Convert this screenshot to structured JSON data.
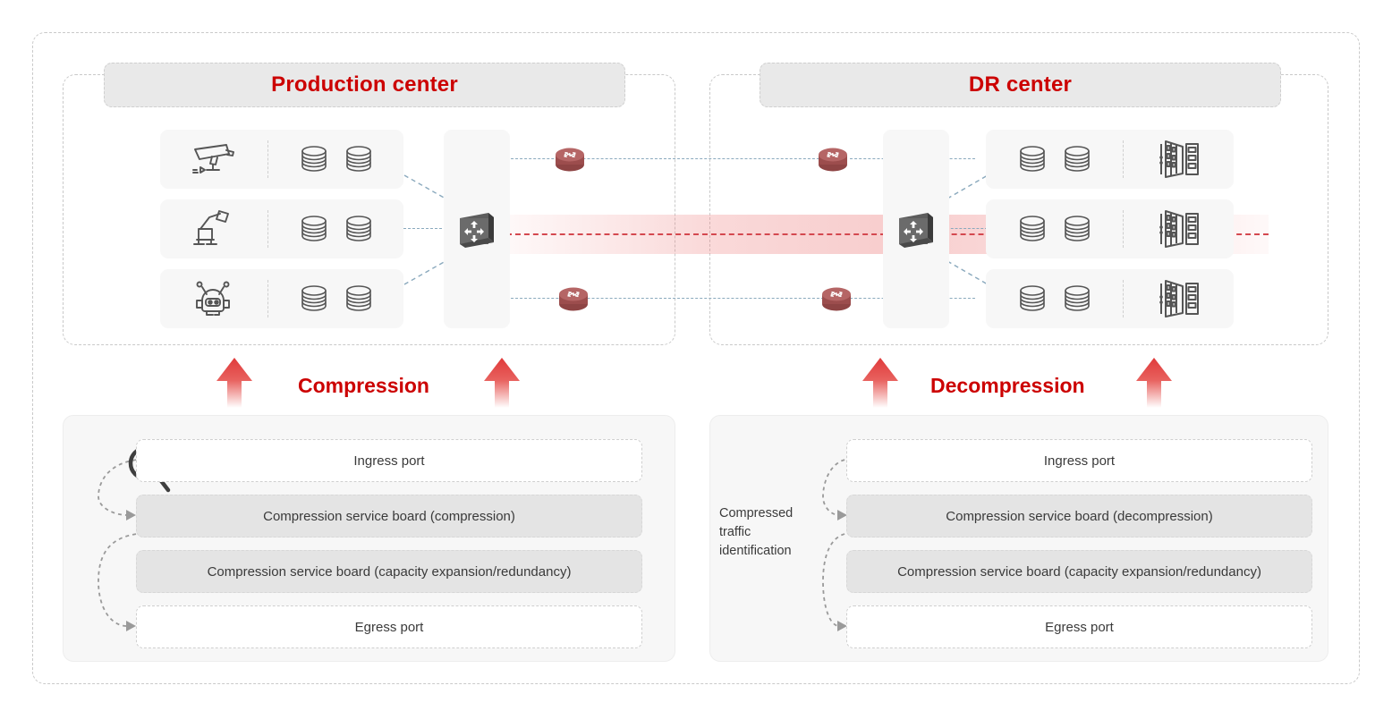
{
  "diagram": {
    "title_production": "Production center",
    "title_dr": "DR center",
    "process_left": "Compression",
    "process_right": "Decompression",
    "compressed_traffic_label": "Compressed traffic identification"
  },
  "colors": {
    "accent_red": "#cc0000",
    "band_red": "#d4484f",
    "router_red": "#b05b5b",
    "link_blue": "#8aa9bd",
    "panel_gray": "#f7f7f7",
    "banner_gray": "#e9e9e9",
    "filled_gray": "#e4e4e4",
    "dash_gray": "#c9c9c9"
  },
  "production_center": {
    "rows": [
      {
        "device_icon": "security-camera-icon",
        "storage_icons": [
          "database-icon",
          "database-icon"
        ]
      },
      {
        "device_icon": "robot-arm-icon",
        "storage_icons": [
          "database-icon",
          "database-icon"
        ]
      },
      {
        "device_icon": "robot-head-icon",
        "storage_icons": [
          "database-icon",
          "database-icon"
        ]
      }
    ],
    "switch_icon": "network-switch-icon"
  },
  "dr_center": {
    "rows": [
      {
        "storage_icons": [
          "database-icon",
          "database-icon"
        ],
        "device_icon": "server-rack-icon"
      },
      {
        "storage_icons": [
          "database-icon",
          "database-icon"
        ],
        "device_icon": "server-rack-icon"
      },
      {
        "storage_icons": [
          "database-icon",
          "database-icon"
        ],
        "device_icon": "server-rack-icon"
      }
    ],
    "switch_icon": "network-switch-icon"
  },
  "routers": [
    {
      "icon": "router-icon",
      "position": "production-upper"
    },
    {
      "icon": "router-icon",
      "position": "production-lower"
    },
    {
      "icon": "router-icon",
      "position": "dr-upper"
    },
    {
      "icon": "router-icon",
      "position": "dr-lower"
    }
  ],
  "compression_board": {
    "search_icon": "magnifier-icon",
    "items": [
      {
        "label": "Ingress port",
        "filled": false
      },
      {
        "label": "Compression service board (compression)",
        "filled": true
      },
      {
        "label": "Compression service board (capacity expansion/redundancy)",
        "filled": true
      },
      {
        "label": "Egress port",
        "filled": false
      }
    ]
  },
  "decompression_board": {
    "items": [
      {
        "label": "Ingress port",
        "filled": false
      },
      {
        "label": "Compression service board (decompression)",
        "filled": true
      },
      {
        "label": "Compression service board (capacity expansion/redundancy)",
        "filled": true
      },
      {
        "label": "Egress port",
        "filled": false
      }
    ]
  }
}
